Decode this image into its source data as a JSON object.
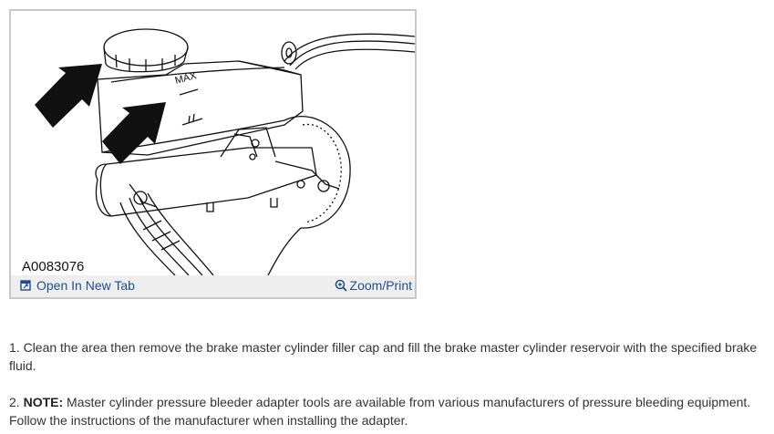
{
  "figure": {
    "id_label": "A0083076",
    "illustration_label": "MAX",
    "open_tab_label": "Open In New Tab",
    "open_tab_icon": "external-window-icon",
    "zoom_label": "Zoom/Print",
    "zoom_icon": "magnifier-plus-icon",
    "link_color": "#1f4e8c",
    "toolbar_color": "#eeeeee"
  },
  "steps": [
    {
      "number": "1.",
      "text": "Clean the area then remove the brake master cylinder filler cap and fill the brake master cylinder reservoir with the specified brake fluid."
    },
    {
      "number": "2.",
      "note_label": "NOTE:",
      "text": "Master cylinder pressure bleeder adapter tools are available from various manufacturers of pressure bleeding equipment. Follow the instructions of the manufacturer when installing the adapter."
    }
  ]
}
